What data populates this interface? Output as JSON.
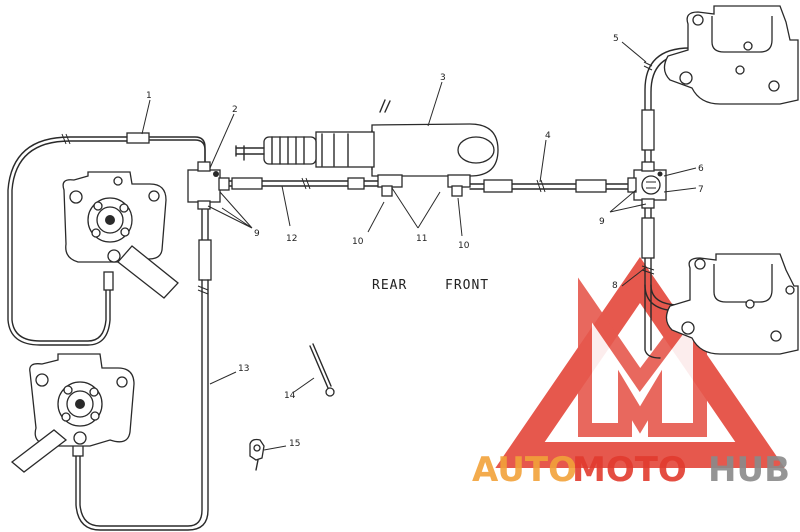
{
  "labels": {
    "rear": "REAR",
    "front": "FRONT"
  },
  "callouts": {
    "c1": "1",
    "c2": "2",
    "c3": "3",
    "c4": "4",
    "c5": "5",
    "c6": "6",
    "c7": "7",
    "c8": "8",
    "c9a": "9",
    "c9b": "9",
    "c10a": "10",
    "c10b": "10",
    "c11": "11",
    "c12": "12",
    "c13": "13",
    "c14": "14",
    "c15": "15"
  },
  "watermark": {
    "part1": "AUTO",
    "part2": "MOTO",
    "part3": "HUB",
    "color_red": "#e23b2e",
    "color_orange": "#f2a23a",
    "color_gray": "#8a8a8a"
  }
}
